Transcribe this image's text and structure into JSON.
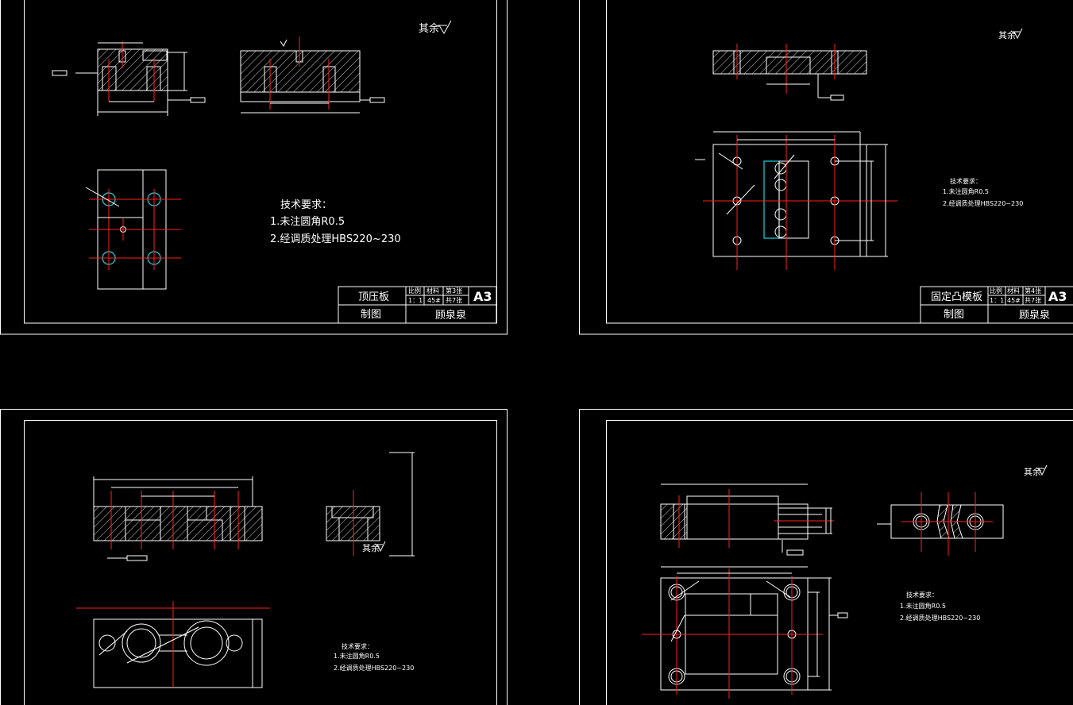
{
  "drawings": [
    {
      "part_name": "顶压板",
      "drawn_label": "制图",
      "author": "顾泉泉",
      "sheet_size": "A3",
      "title_block": {
        "scale_label": "比例",
        "material_label": "材料",
        "sheet_label": "第3张",
        "scale": "1：1",
        "material": "45#",
        "sheet_total": "共7张"
      },
      "surface_note": "其余",
      "tech_title": "技术要求：",
      "tech_items": [
        "1.未注圆角R0.5",
        "2.经调质处理HBS220~230"
      ]
    },
    {
      "part_name": "固定凸模板",
      "drawn_label": "制图",
      "author": "顾泉泉",
      "sheet_size": "A3",
      "title_block": {
        "scale_label": "比例",
        "material_label": "材料",
        "sheet_label": "第4张",
        "scale": "1：1",
        "material": "45#",
        "sheet_total": "共7张"
      },
      "surface_note": "其余",
      "tech_title": "技术要求：",
      "tech_items": [
        "1.未注圆角R0.5",
        "2.经调质处理HBS220~230"
      ]
    },
    {
      "part_name": "",
      "surface_note": "其余",
      "tech_title": "技术要求：",
      "tech_items": [
        "1.未注圆角R0.5",
        "2.经调质处理HBS220~230"
      ]
    },
    {
      "part_name": "",
      "surface_note": "其余",
      "tech_title": "技术要求：",
      "tech_items": [
        "1.未注圆角R0.5",
        "2.经调质处理HBS220~230"
      ]
    }
  ],
  "icons": {
    "roughness": "surface-roughness-icon"
  }
}
